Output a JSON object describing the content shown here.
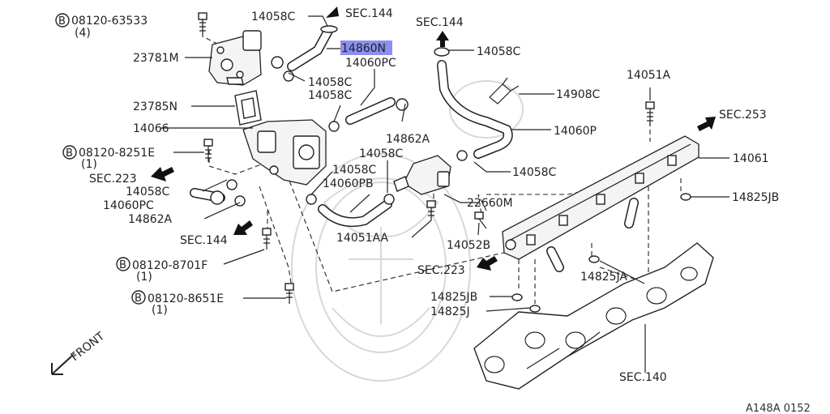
{
  "diagram": {
    "labels": {
      "bolt_63533": "08120-63533",
      "bolt_63533_qty": "(4)",
      "p23781m": "23781M",
      "p23785n": "23785N",
      "p14066": "14066",
      "bolt_8251e": "08120-8251E",
      "bolt_8251e_qty": "(1)",
      "sec223_left": "SEC.223",
      "p14058c_a": "14058C",
      "p14060pc_a": "14060PC",
      "p14862a_a": "14862A",
      "sec144_left": "SEC.144",
      "bolt_8701f": "08120-8701F",
      "bolt_8701f_qty": "(1)",
      "bolt_8651e": "08120-8651E",
      "bolt_8651e_qty": "(1)",
      "p14058c_top": "14058C",
      "sec144_top": "SEC.144",
      "p14860n": "14860N",
      "p14060pc_b": "14060PC",
      "p14058c_b": "14058C",
      "p14058c_c": "14058C",
      "p14862a_b": "14862A",
      "p14058c_d": "14058C",
      "p14058c_e": "14058C",
      "p14060pb": "14060PB",
      "p14051aa": "14051AA",
      "sec144_mid": "SEC.144",
      "p14058c_f": "14058C",
      "p14908c": "14908C",
      "p14060p": "14060P",
      "p14058c_g": "14058C",
      "p22660m": "22660M",
      "p14052b": "14052B",
      "sec223_right": "SEC.223",
      "p14825jb_a": "14825JB",
      "p14825j": "14825J",
      "p14051a": "14051A",
      "sec253": "SEC.253",
      "p14061": "14061",
      "p14825jb_b": "14825JB",
      "p14825ja": "14825JA",
      "sec140": "SEC.140",
      "front": "FRONT",
      "ref_code": "A148A 0152"
    },
    "highlight_color": "#8a8ff0"
  }
}
